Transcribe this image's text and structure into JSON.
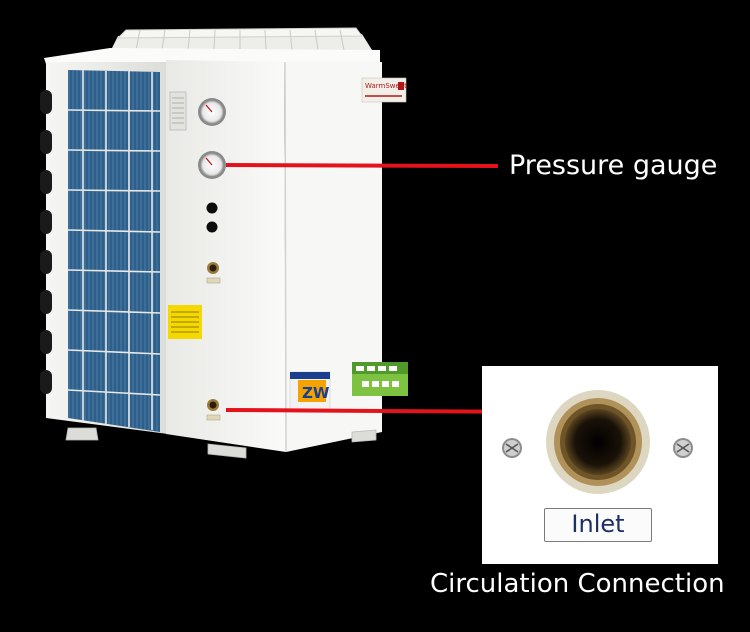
{
  "callouts": {
    "pressure_gauge": "Pressure gauge",
    "circulation_connection": "Circulation Connection",
    "inlet_plate": "Inlet"
  },
  "unit_labels": {
    "brand": "WarmSweet",
    "badge": "ZW"
  },
  "colors": {
    "background": "#000000",
    "callout_line": "#e3121b",
    "unit_body": "#f4f4f2",
    "coil": "#2e5e86"
  }
}
